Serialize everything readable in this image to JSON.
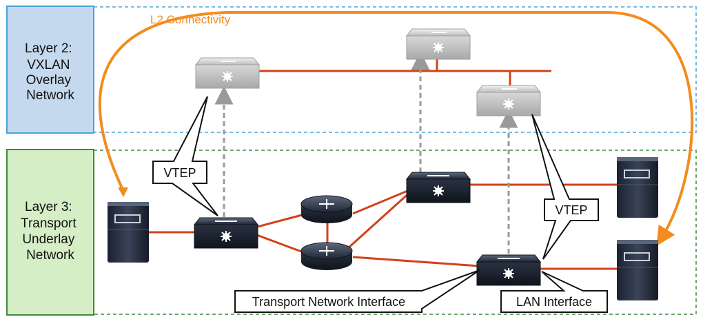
{
  "layers": {
    "l2": {
      "lines": [
        "Layer 2:",
        "VXLAN",
        "Overlay",
        "Network"
      ]
    },
    "l3": {
      "lines": [
        "Layer 3:",
        "Transport",
        "Underlay",
        "Network"
      ]
    }
  },
  "labels": {
    "l2_connectivity": "L2 Connectivity",
    "vtep_left": "VTEP",
    "vtep_right": "VTEP",
    "transport_interface": "Transport Network Interface",
    "lan_interface": "LAN Interface"
  },
  "colors": {
    "l2_fill": "#c5d9ee",
    "l2_border": "#4aa3d8",
    "l3_fill": "#d6eec5",
    "l3_border": "#3f8a3f",
    "link": "#d2421a",
    "arc": "#f28c1f",
    "dashed_arrow": "#9a9a9a"
  },
  "icons": {
    "overlay_switch": "virtual-switch-icon",
    "transport_switch": "switch-icon",
    "router": "router-icon",
    "server": "server-icon"
  }
}
